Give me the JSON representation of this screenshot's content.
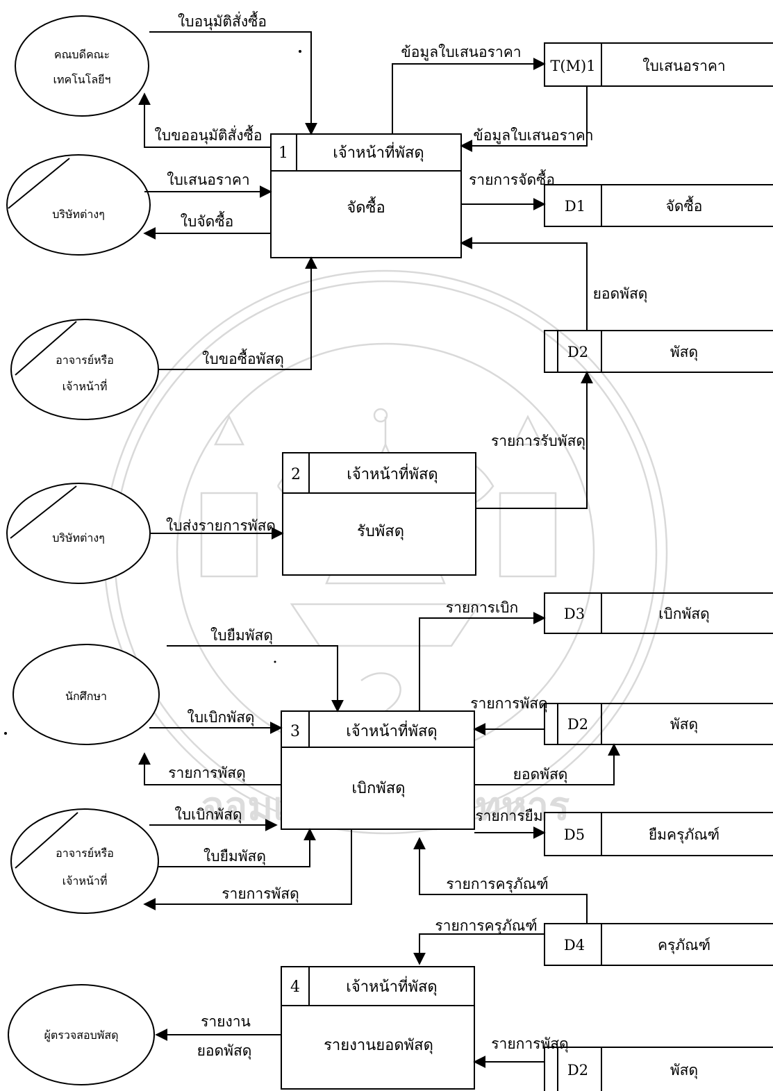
{
  "entities": {
    "dean": [
      "คณบดีคณะ",
      "เทคโนโลยีฯ"
    ],
    "companies_1": "บริษัทต่างๆ",
    "teacher_1": [
      "อาจารย์หรือ",
      "เจ้าหน้าที่"
    ],
    "companies_2": "บริษัทต่างๆ",
    "student": "นักศึกษา",
    "teacher_2": [
      "อาจารย์หรือ",
      "เจ้าหน้าที่"
    ],
    "auditor": "ผู้ตรวจสอบพัสดุ"
  },
  "processes": [
    {
      "number": "1",
      "actor": "เจ้าหน้าที่พัสดุ",
      "name": "จัดซื้อ"
    },
    {
      "number": "2",
      "actor": "เจ้าหน้าที่พัสดุ",
      "name": "รับพัสดุ"
    },
    {
      "number": "3",
      "actor": "เจ้าหน้าที่พัสดุ",
      "name": "เบิกพัสดุ"
    },
    {
      "number": "4",
      "actor": "เจ้าหน้าที่พัสดุ",
      "name": "รายงานยอดพัสดุ"
    }
  ],
  "stores": {
    "tm1": {
      "id": "T(M)1",
      "name": "ใบเสนอราคา"
    },
    "d1": {
      "id": "D1",
      "name": "จัดซื้อ"
    },
    "d2a": {
      "id": "D2",
      "name": "พัสดุ"
    },
    "d3": {
      "id": "D3",
      "name": "เบิกพัสดุ"
    },
    "d2b": {
      "id": "D2",
      "name": "พัสดุ"
    },
    "d5": {
      "id": "D5",
      "name": "ยืมครุภัณฑ์"
    },
    "d4": {
      "id": "D4",
      "name": "ครุภัณฑ์"
    },
    "d2c": {
      "id": "D2",
      "name": "พัสดุ"
    }
  },
  "flows": {
    "approval_doc": "ใบอนุมัติสั่งซื้อ",
    "quote_data_out": "ข้อมูลใบเสนอราคา",
    "quote_data_in": "ข้อมูลใบเสนอราคา",
    "approval_request": "ใบขออนุมัติสั่งซื้อ",
    "quotation": "ใบเสนอราคา",
    "purchase_order": "ใบจัดซื้อ",
    "purchase_list": "รายการจัดซื้อ",
    "stock_balance_1": "ยอดพัสดุ",
    "purchase_request": "ใบขอซื้อพัสดุ",
    "received_list": "รายการรับพัสดุ",
    "delivery_note": "ใบส่งรายการพัสดุ",
    "withdraw_list": "รายการเบิก",
    "borrow_form_student": "ใบยืมพัสดุ",
    "item_list_in": "รายการพัสดุ",
    "withdraw_form_student": "ใบเบิกพัสดุ",
    "item_list_to_student": "รายการพัสดุ",
    "stock_balance_2": "ยอดพัสดุ",
    "withdraw_form_teacher": "ใบเบิกพัสดุ",
    "borrow_list": "รายการยืม",
    "borrow_form_teacher": "ใบยืมพัสดุ",
    "item_list_to_teacher": "รายการพัสดุ",
    "equipment_list_1": "รายการครุภัณฑ์",
    "equipment_list_2": "รายการครุภัณฑ์",
    "report_line1": "รายงาน",
    "report_line2": "ยอดพัสดุ",
    "item_list_report": "รายการพัสดุ"
  },
  "watermark": {
    "text": "จอมเกล้าเจ้าคุณทหาร"
  }
}
